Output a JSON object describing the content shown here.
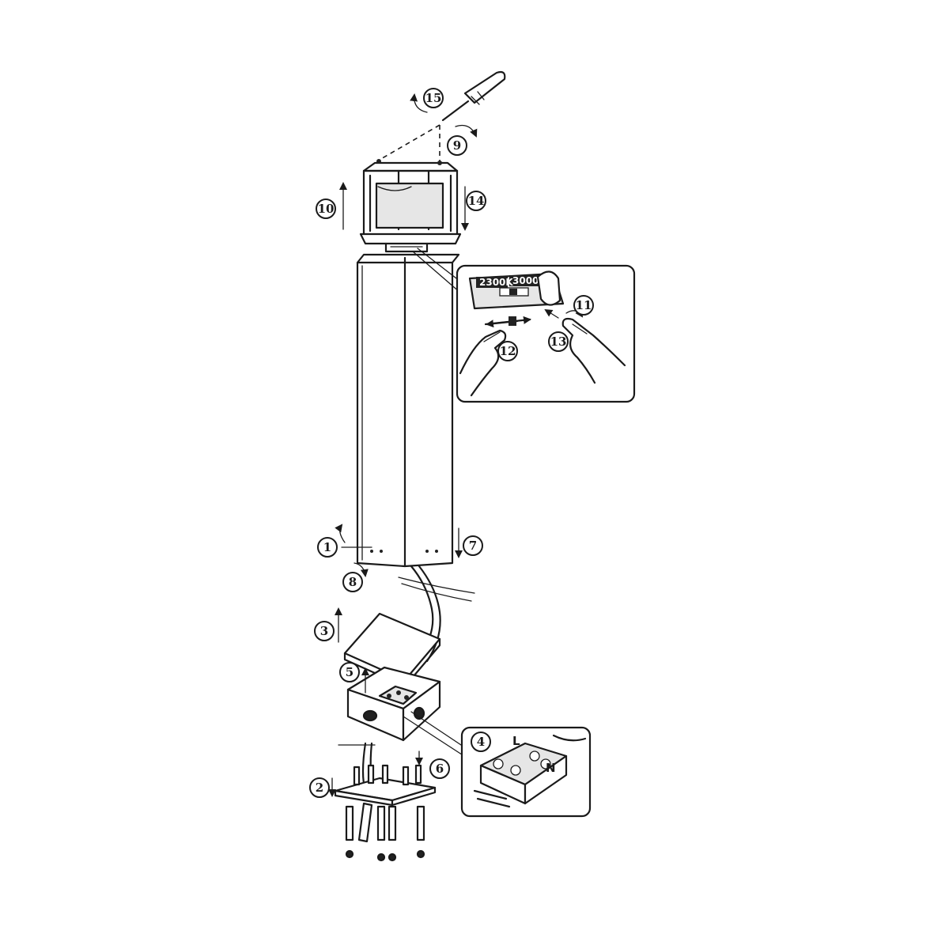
{
  "steps": [
    "1",
    "2",
    "3",
    "4",
    "5",
    "6",
    "7",
    "8",
    "9",
    "10",
    "11",
    "12",
    "13",
    "14",
    "15"
  ],
  "cct_labels": {
    "warm": "2300K",
    "neutral": "3000K"
  },
  "terminals": {
    "live": "L",
    "neutral": "N"
  }
}
